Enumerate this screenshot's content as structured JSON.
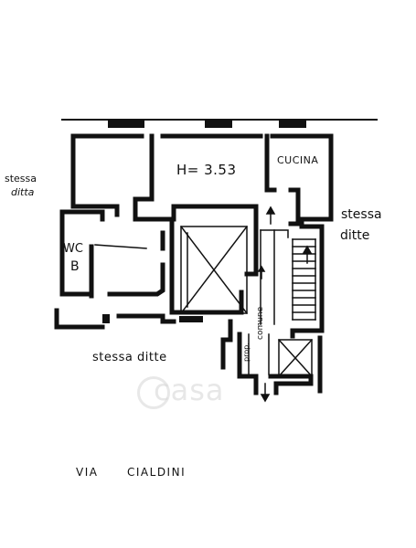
{
  "plan": {
    "height_label": "H= 3.53",
    "kitchen_label": "CUCINA",
    "wc_label": "WC",
    "wc_letter": "B",
    "neighbor_left_line1": "stessa",
    "neighbor_left_line2": "ditta",
    "neighbor_right_line1": "stessa",
    "neighbor_right_line2": "ditte",
    "neighbor_bottom": "stessa ditte",
    "shared_label": "comune",
    "property_label": "prop.",
    "street_word1": "VIA",
    "street_word2": "CIALDINI"
  },
  "watermark": {
    "text": "casa"
  },
  "colors": {
    "ink": "#111111",
    "watermark": "#d8d8d8",
    "background": "#ffffff"
  }
}
